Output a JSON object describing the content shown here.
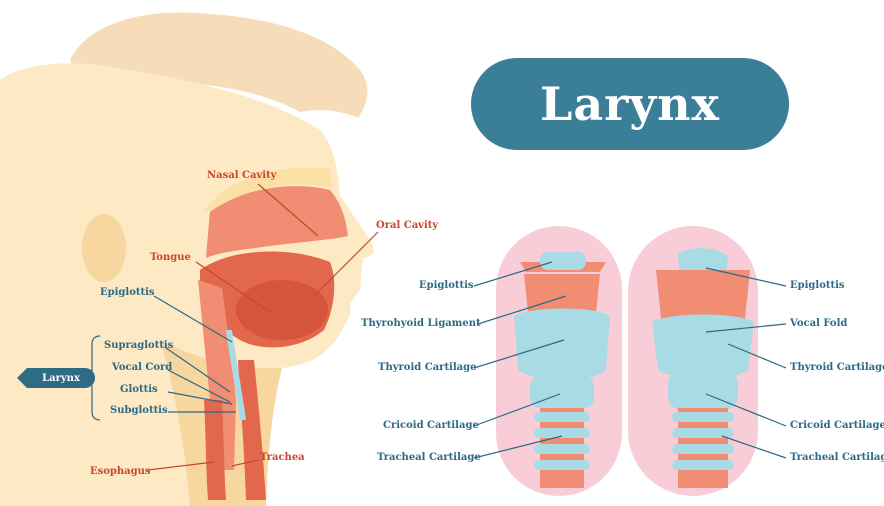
{
  "title": "Larynx",
  "head_labels": {
    "nasal_cavity": "Nasal Cavity",
    "oral_cavity": "Oral Cavity",
    "tongue": "Tongue",
    "epiglottis": "Epiglottis",
    "supraglottis": "Supraglottis",
    "vocal_cord": "Vocal Cord",
    "glottis": "Glottis",
    "subglottis": "Subglottis",
    "esophagus": "Esophagus",
    "trachea": "Trachea",
    "larynx_badge": "Larynx"
  },
  "front_view_labels": {
    "epiglottis": "Epiglottis",
    "thyrohyoid_ligament": "Thyrohyoid Ligament",
    "thyroid_cartilage": "Thyroid Cartilage",
    "cricoid_cartilage": "Cricoid Cartilage",
    "tracheal_cartilage": "Tracheal Cartilage"
  },
  "back_view_labels": {
    "epiglottis": "Epiglottis",
    "vocal_fold": "Vocal Fold",
    "thyroid_cartilage": "Thyroid Cartilage",
    "cricoid_cartilage": "Cricoid Cartilage",
    "tracheal_cartilage": "Tracheal Cartilage"
  },
  "colors": {
    "title_pill": "#3b7e98",
    "skin": "#fde9c4",
    "skin_shadow": "#f7d79f",
    "hair": "#f6dcb8",
    "tissue": "#e3674d",
    "tissue_light": "#f08d73",
    "cartilage": "#a9dbe4",
    "backdrop": "#f9cdd8",
    "red_label": "#c8452f",
    "blue_label": "#2b6985"
  }
}
